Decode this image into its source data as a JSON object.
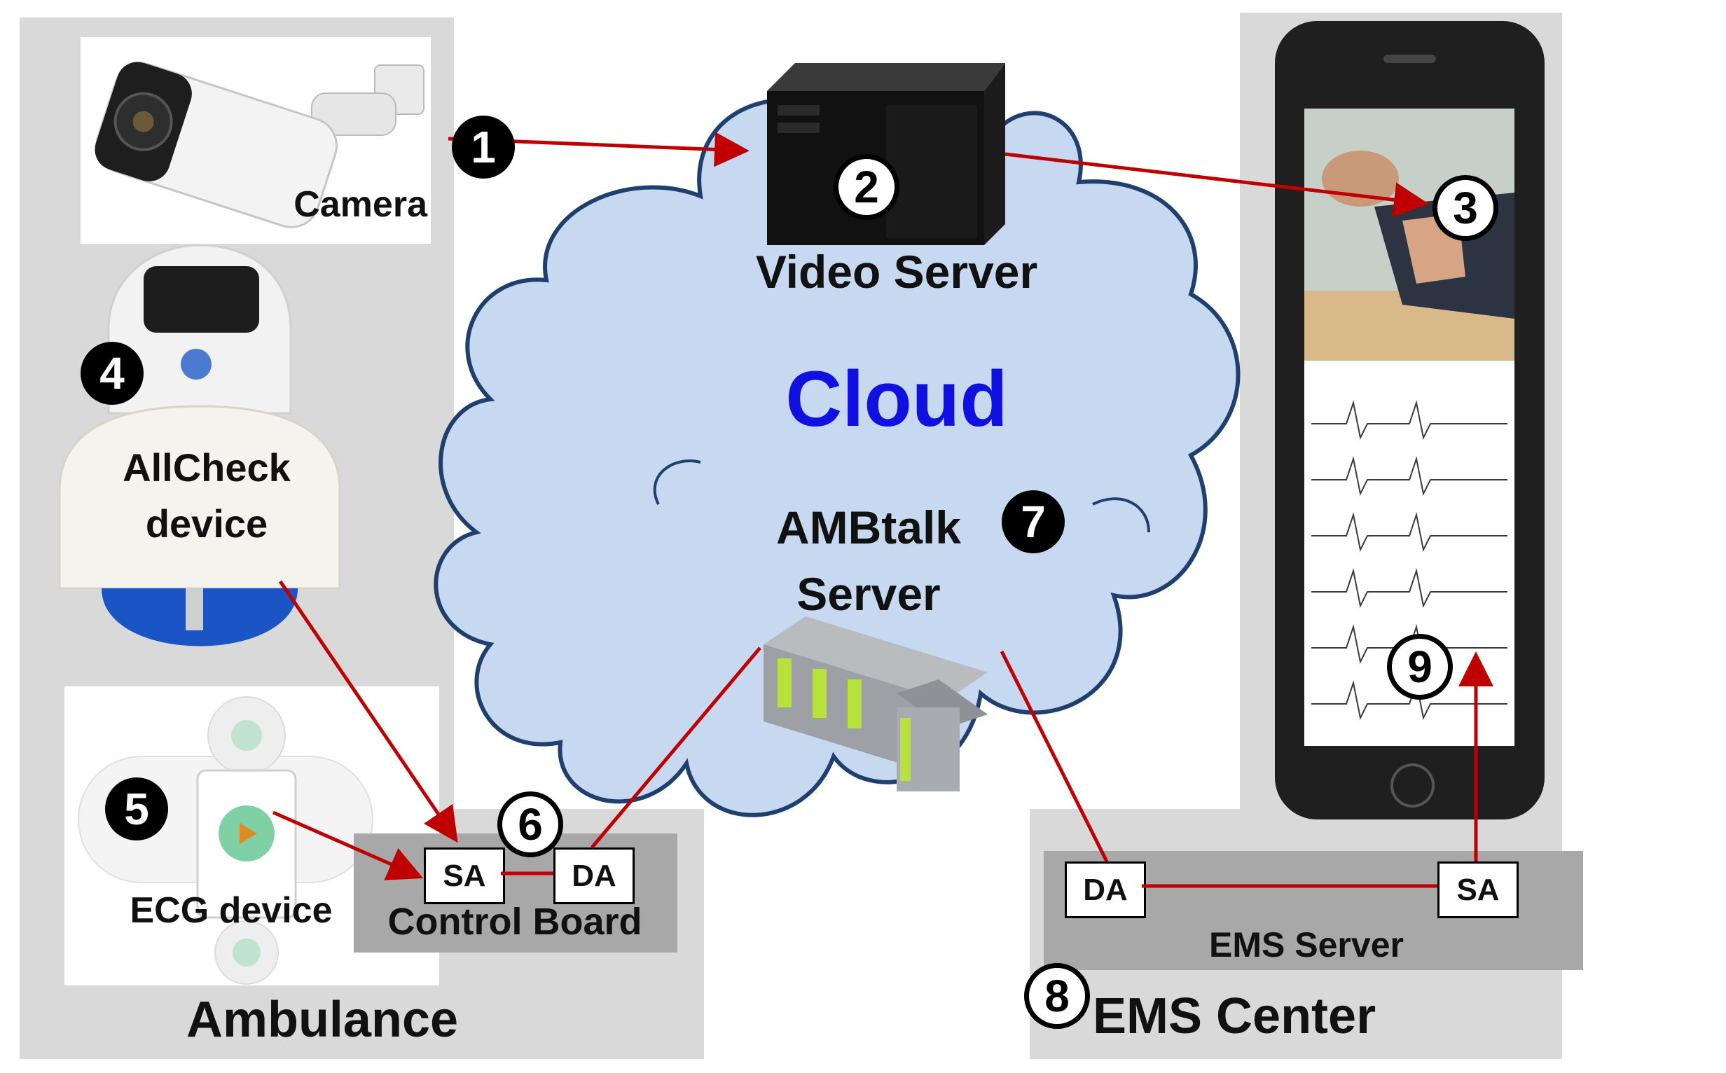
{
  "regions": {
    "ambulance": "Ambulance",
    "ems_center": "EMS Center",
    "cloud": "Cloud"
  },
  "devices": {
    "camera": "Camera",
    "allcheck_line1": "AllCheck",
    "allcheck_line2": "device",
    "ecg": "ECG device",
    "video_server": "Video Server",
    "ambtalk_line1": "AMBtalk",
    "ambtalk_line2": "Server"
  },
  "boards": {
    "control_board": "Control Board",
    "ems_server": "EMS Server",
    "sa": "SA",
    "da": "DA"
  },
  "steps": [
    "1",
    "2",
    "3",
    "4",
    "5",
    "6",
    "7",
    "8",
    "9"
  ],
  "colors": {
    "arrow": "#c00000",
    "cloud_fill": "#c6d9f1",
    "cloud_stroke": "#1f3f6e",
    "cloud_text": "#1010e0",
    "region": "#d9d9d9",
    "board": "#a8a8a8"
  }
}
